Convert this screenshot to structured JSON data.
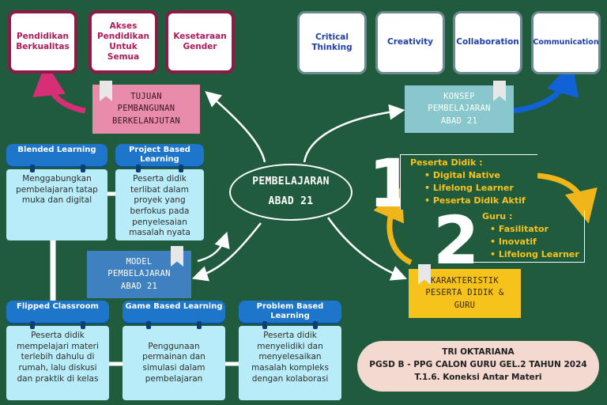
{
  "sdg": {
    "cards": [
      "Pendidikan Berkualitas",
      "Akses Pendidikan Untuk Semua",
      "Kesetaraan Gender"
    ],
    "label": "TUJUAN PEMBANGUNAN BERKELANJUTAN"
  },
  "konsep": {
    "cards": [
      "Critical Thinking",
      "Creativity",
      "Collaboration",
      "Communication"
    ],
    "label": "KONSEP PEMBELAJARAN ABAD 21"
  },
  "center": {
    "title": "PEMBELAJARAN ABAD 21"
  },
  "model": {
    "label": "MODEL PEMBELAJARAN ABAD 21",
    "items": [
      {
        "title": "Blended Learning",
        "desc": "Menggabungkan pembelajaran tatap muka dan digital"
      },
      {
        "title": "Project Based Learning",
        "desc": "Peserta didik terlibat dalam proyek yang berfokus pada penyelesaian masalah nyata"
      },
      {
        "title": "Flipped Classroom",
        "desc": "Peserta didik mempelajari materi terlebih dahulu di rumah, lalu diskusi dan praktik di kelas"
      },
      {
        "title": "Game Based Learning",
        "desc": "Penggunaan permainan dan simulasi dalam pembelajaran"
      },
      {
        "title": "Problem Based Learning",
        "desc": "Peserta didik menyelidiki dan menyelesaikan masalah kompleks dengan kolaborasi"
      }
    ]
  },
  "karakteristik": {
    "num1": "1",
    "peserta_title": "Peserta Didik :",
    "peserta_items": [
      "Digital Native",
      "Lifelong Learner",
      "Peserta Didik Aktif"
    ],
    "num2": "2",
    "guru_title": "Guru :",
    "guru_items": [
      "Fasilitator",
      "Inovatif",
      "Lifelong Learner"
    ],
    "label": "KARAKTERISTIK PESERTA DIDIK & GURU"
  },
  "author": {
    "name": "TRI OKTARIANA",
    "program": "PGSD B - PPG CALON GURU GEL.2 TAHUN 2024",
    "topic": "T.1.6. Koneksi Antar Materi"
  },
  "colors": {
    "background": "#1f5b3c",
    "sdg_border": "#8e1846",
    "sdg_label": "#e98cab",
    "konsep_label": "#88c7cc",
    "model_head": "#1d76c9",
    "model_body": "#b7ecf8",
    "karakteristik": "#f6c21c",
    "author_box": "#f3d9d0"
  }
}
